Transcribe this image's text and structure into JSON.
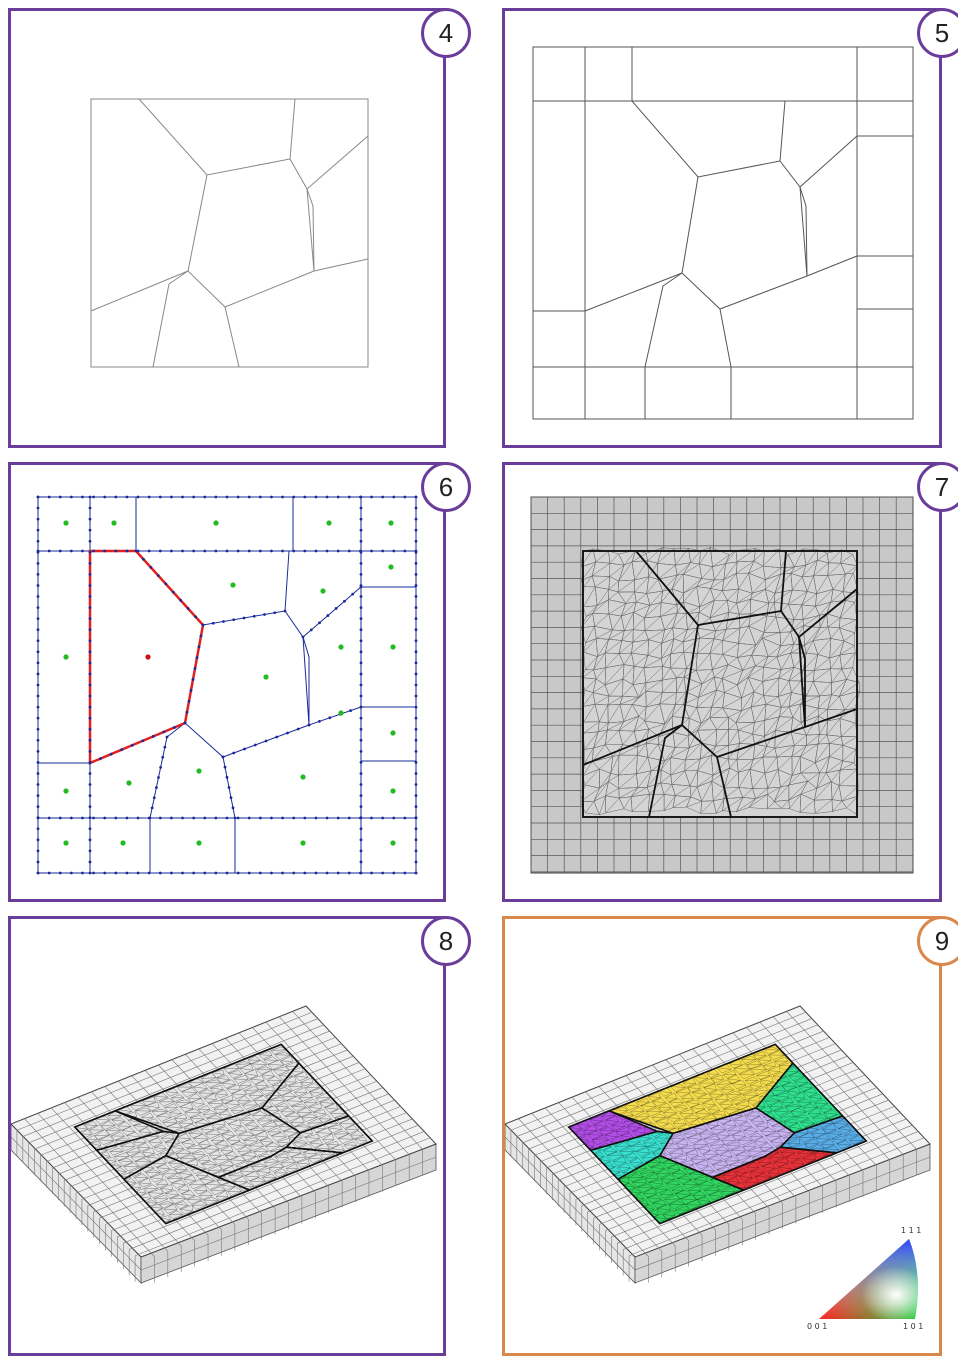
{
  "panels": [
    {
      "step": "4",
      "border": "#6a3d9a"
    },
    {
      "step": "5",
      "border": "#6a3d9a"
    },
    {
      "step": "6",
      "border": "#6a3d9a"
    },
    {
      "step": "7",
      "border": "#6a3d9a"
    },
    {
      "step": "8",
      "border": "#6a3d9a"
    },
    {
      "step": "9",
      "border": "#d9874a"
    }
  ],
  "legend": {
    "top": "1 1 1",
    "left": "0 0 1",
    "right": "1 0 1"
  },
  "grain_colors": [
    "#f5dc4e",
    "#2fe08f",
    "#5aaee8",
    "#e8323a",
    "#c8b4f0",
    "#39e0cf",
    "#31d660",
    "#b24de8"
  ],
  "colors": {
    "purple": "#6a3d9a",
    "orange": "#d9874a",
    "highlight": "#e02020",
    "node": "#2233aa",
    "seed": "#22bb22"
  }
}
